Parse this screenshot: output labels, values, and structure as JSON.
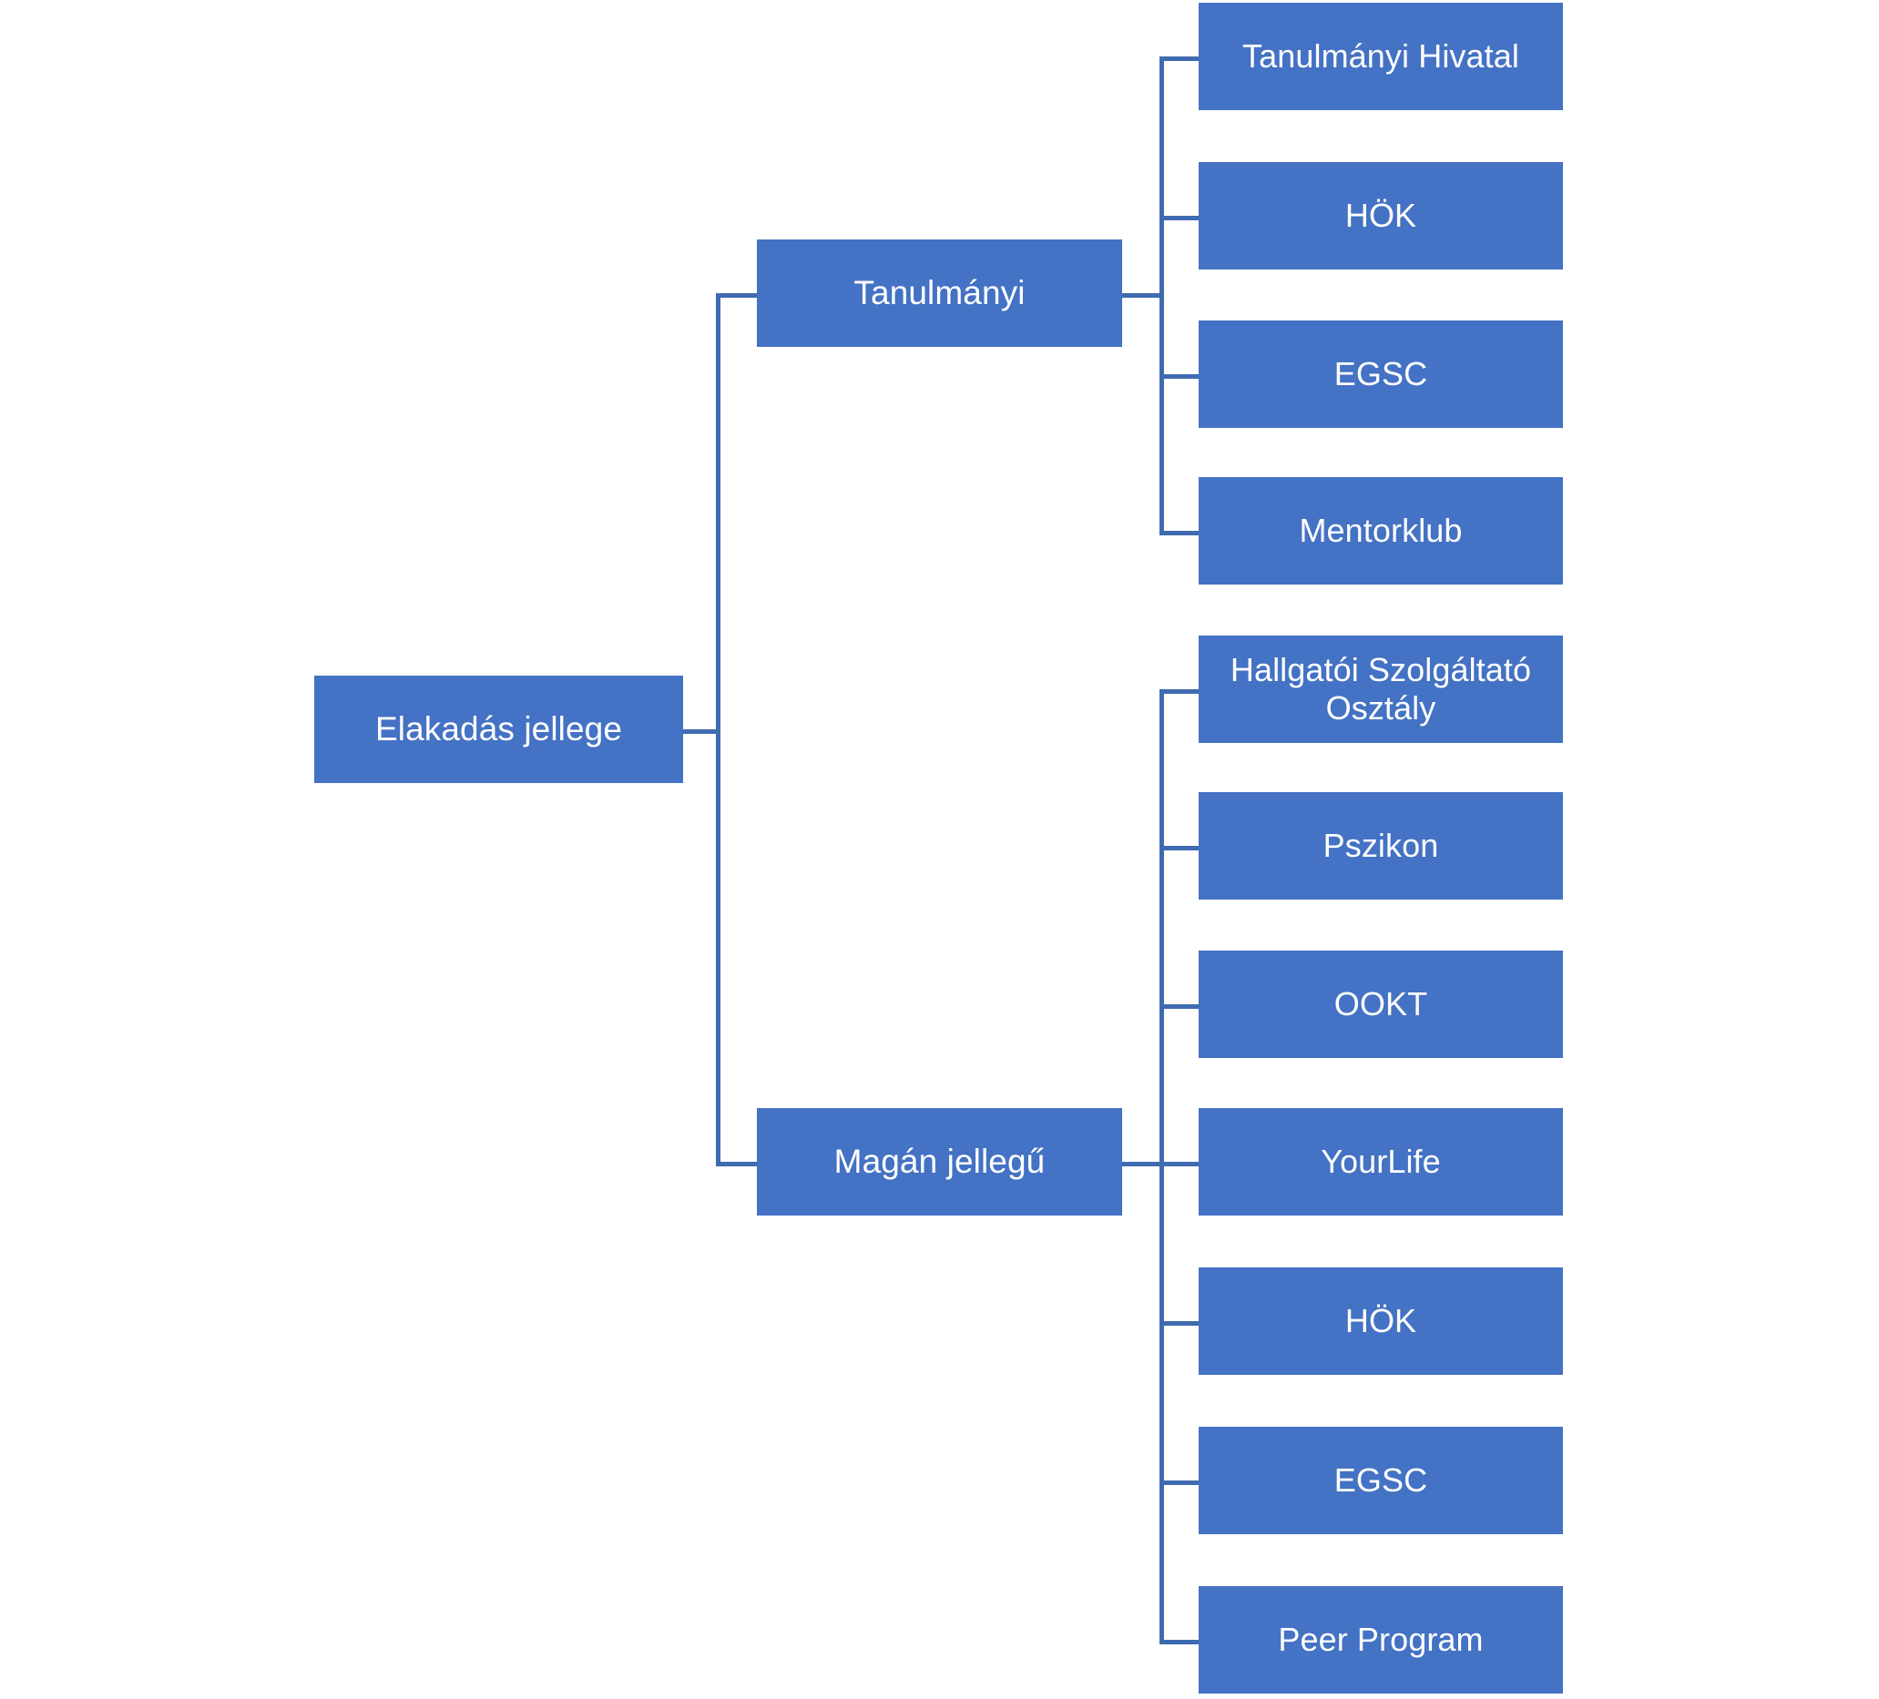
{
  "diagram": {
    "type": "tree",
    "orientation": "left-to-right",
    "title": "Elakadás jellege",
    "colors": {
      "node_fill": "#4472C4",
      "node_text": "#FFFFFF",
      "connector": "#3F6BB0",
      "background": "#FFFFFF"
    },
    "root": {
      "label": "Elakadás jellege"
    },
    "branches": [
      {
        "label": "Tanulmányi",
        "children": [
          {
            "label": "Tanulmányi Hivatal"
          },
          {
            "label": "HÖK"
          },
          {
            "label": "EGSC"
          },
          {
            "label": "Mentorklub"
          }
        ]
      },
      {
        "label": "Magán jellegű",
        "children": [
          {
            "label": "Hallgatói Szolgáltató Osztály"
          },
          {
            "label": "Pszikon"
          },
          {
            "label": "OOKT"
          },
          {
            "label": "YourLife"
          },
          {
            "label": "HÖK"
          },
          {
            "label": "EGSC"
          },
          {
            "label": "Peer Program"
          }
        ]
      }
    ]
  }
}
